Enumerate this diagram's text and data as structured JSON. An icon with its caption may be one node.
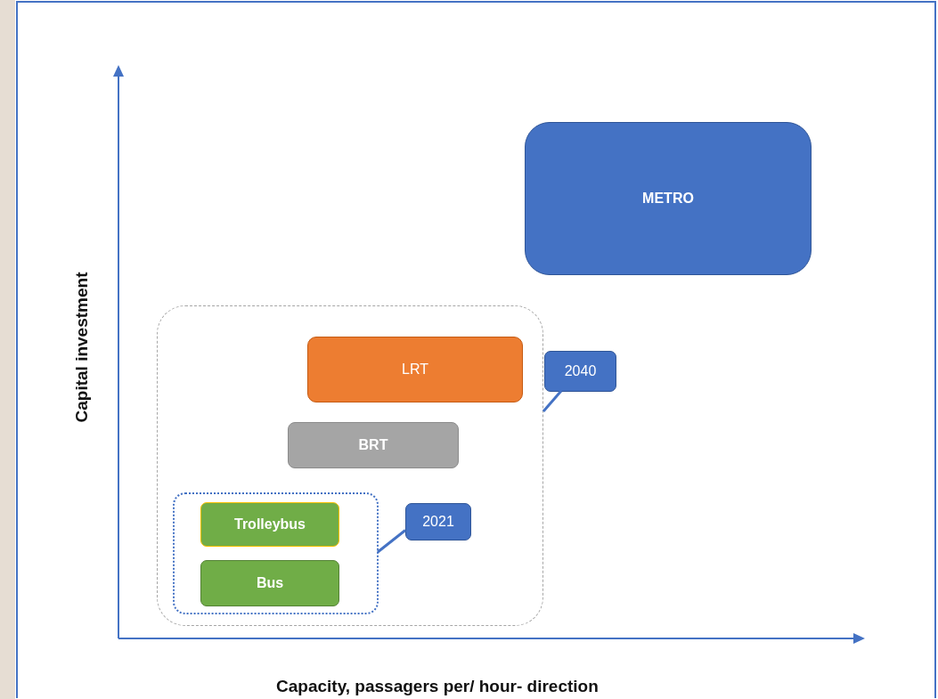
{
  "diagram": {
    "nodes": [
      {
        "text": [
          "METRO"
        ]
      },
      {
        "text": [],
        "shape": "box"
      },
      {
        "text": [
          "LRT"
        ],
        "in": 1
      },
      {
        "text": [
          "2040"
        ]
      },
      {
        "text": [
          "BRT"
        ],
        "in": 1
      },
      {
        "text": [],
        "shape": "box",
        "in": 1
      },
      {
        "text": [
          "Trolleybus"
        ],
        "in": 5
      },
      {
        "text": [
          "2021"
        ],
        "in": 1
      },
      {
        "text": [
          "Bus"
        ],
        "in": 5
      }
    ],
    "edges": [
      {
        "from": 3,
        "to": 1,
        "arrow": "none"
      },
      {
        "from": 7,
        "to": 5,
        "arrow": "none"
      }
    ],
    "labels": [
      "Capital investment",
      "Capacity, passagers per/ hour- direction"
    ]
  }
}
